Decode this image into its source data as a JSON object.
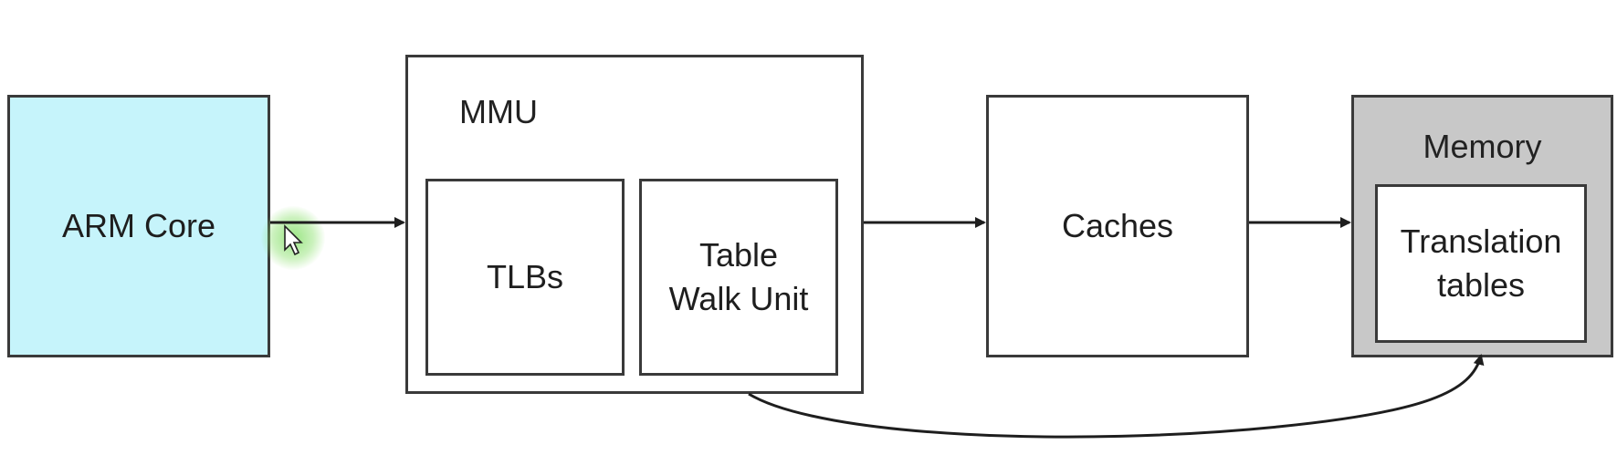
{
  "diagram": {
    "arm_core": {
      "label": "ARM Core"
    },
    "mmu": {
      "title": "MMU",
      "tlbs": {
        "label": "TLBs"
      },
      "table_walk_unit": {
        "label_line1": "Table",
        "label_line2": "Walk Unit"
      }
    },
    "caches": {
      "label": "Caches"
    },
    "memory": {
      "title": "Memory",
      "translation_tables": {
        "label_line1": "Translation",
        "label_line2": "tables"
      }
    }
  },
  "colors": {
    "arm_core_fill": "#c6f4fb",
    "memory_fill": "#c8c8c8",
    "box_border": "#3a3a3a",
    "cursor_highlight": "#8fe070"
  },
  "icons": {
    "cursor": "pointer-cursor-icon"
  }
}
